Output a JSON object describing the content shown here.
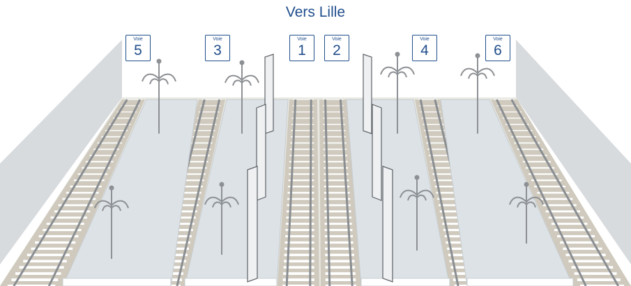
{
  "title": "Vers Lille",
  "voie_label": "Voie",
  "voies": [
    "5",
    "3",
    "1",
    "2",
    "4",
    "6"
  ],
  "colors": {
    "accent": "#1f4e8c",
    "platform": "#dde2e6",
    "ballast": "#cfcabd",
    "rail": "#8a8e92",
    "wall": "#d4d7da",
    "lamp": "#8d9094"
  }
}
